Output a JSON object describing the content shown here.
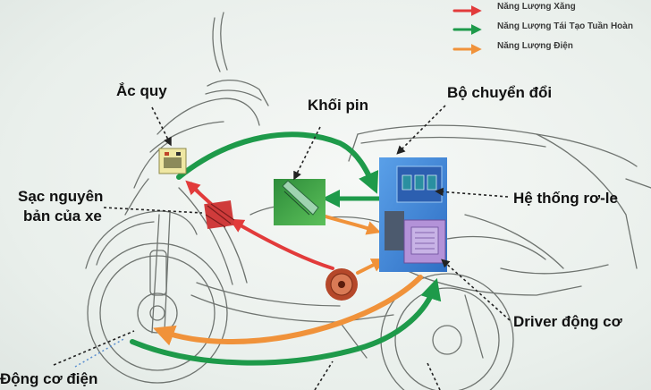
{
  "legend": [
    {
      "label": "Năng Lượng Xăng",
      "color": "#e23b3b"
    },
    {
      "label": "Năng Lượng Tái Tạo Tuần Hoàn",
      "color": "#1e9a4a"
    },
    {
      "label": "Năng Lượng Điện",
      "color": "#f0923a"
    }
  ],
  "components": {
    "battery": "Ắc quy",
    "battery_pack": "Khối pin",
    "converter": "Bộ chuyển đổi",
    "relay": "Hệ thống rơ-le",
    "charger_line1": "Sạc nguyên",
    "charger_line2": "bản của xe",
    "motor_driver": "Driver động cơ",
    "electric_motor": "Động cơ điện"
  }
}
